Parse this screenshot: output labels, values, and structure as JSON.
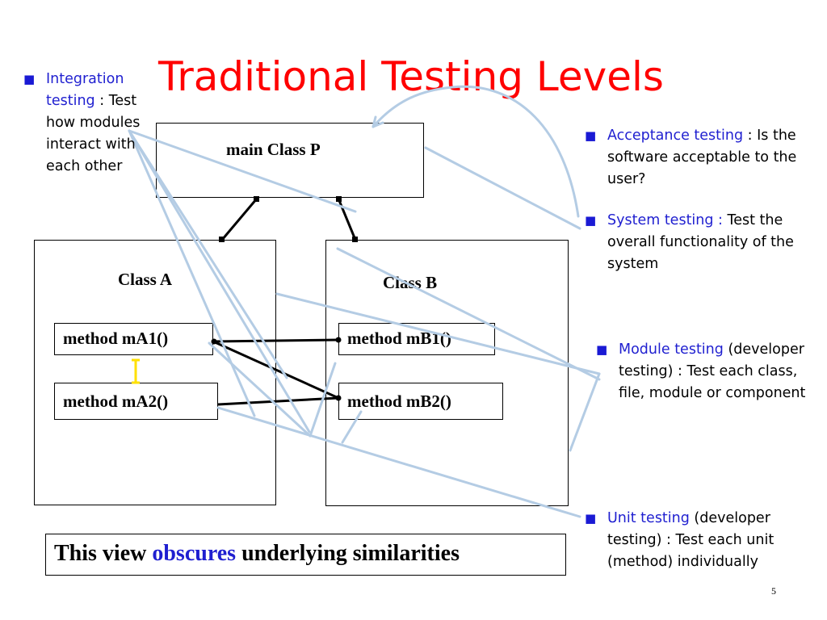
{
  "slide": {
    "title": "Traditional Testing Levels",
    "page_number": "5"
  },
  "bullets": {
    "integration": {
      "term": "Integration testing",
      "rest": " : Test how modules interact with each other"
    },
    "acceptance": {
      "term": "Acceptance testing",
      "rest": " : Is the software acceptable to the user?"
    },
    "system": {
      "term": "System testing :",
      "rest": " Test the overall functionality of the system"
    },
    "module": {
      "term": "Module testing",
      "rest": " (developer testing) : Test each class, file, module or component"
    },
    "unit": {
      "term": "Unit testing",
      "rest": " (developer testing) : Test each unit (method) individually"
    }
  },
  "diagram": {
    "main_class": "main Class P",
    "class_a": "Class A",
    "class_b": "Class B",
    "methods": {
      "ma1": "method mA1()",
      "ma2": "method mA2()",
      "mb1": "method mB1()",
      "mb2": "method mB2()"
    }
  },
  "footer_box": {
    "prefix": "This view ",
    "emphasis": "obscures",
    "suffix": " underlying similarities"
  },
  "colors": {
    "title": "#ff0000",
    "term": "#1f1fd0",
    "bullet": "#1a1ad4",
    "connector": "#b4cce4",
    "highlight": "#ffe000"
  }
}
